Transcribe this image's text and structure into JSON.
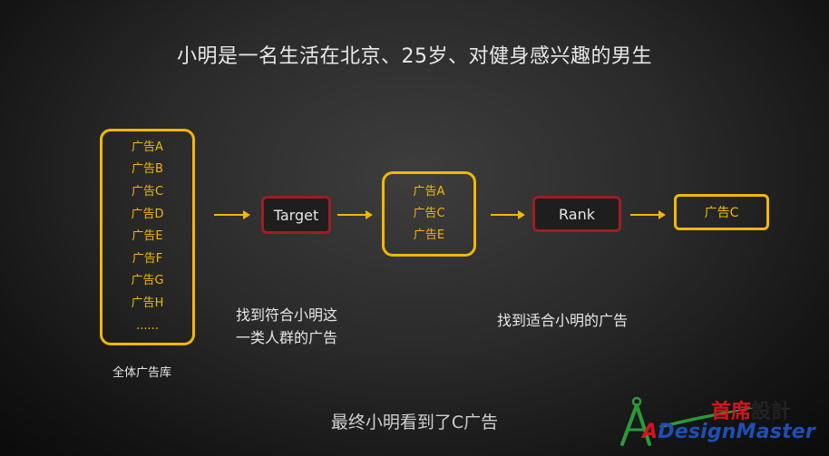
{
  "title": "小明是一名生活在北京、25岁、对健身感兴趣的男生",
  "ad_pool": {
    "items": [
      "广告A",
      "广告B",
      "广告C",
      "广告D",
      "广告E",
      "广告F",
      "广告G",
      "广告H",
      "......"
    ],
    "caption": "全体广告库"
  },
  "target_stage": {
    "label": "Target",
    "caption_lines": [
      "找到符合小明这",
      "一类人群的广告"
    ]
  },
  "filtered_ads": {
    "items": [
      "广告A",
      "广告C",
      "广告E"
    ]
  },
  "rank_stage": {
    "label": "Rank",
    "caption": "找到适合小明的广告"
  },
  "final_ad": {
    "label": "广告C"
  },
  "footer": "最终小明看到了C广告",
  "logo": {
    "cn_red": "首席",
    "cn_dark": "設計",
    "en_prefix": "A",
    "en_name": "DesignMaster"
  },
  "colors": {
    "accent_yellow": "#f2b705",
    "stage_red": "#9c1e22",
    "text_light": "#e6e6e6"
  }
}
